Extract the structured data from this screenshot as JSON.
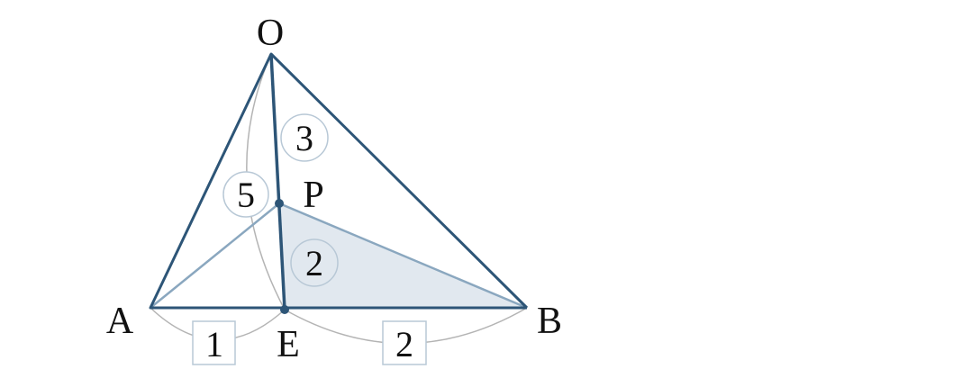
{
  "points": {
    "O": "O",
    "A": "A",
    "B": "B",
    "E": "E",
    "P": "P"
  },
  "area_labels": {
    "op": "3",
    "ao": "5",
    "pbe": "2"
  },
  "segment_labels": {
    "ae": "1",
    "eb": "2"
  },
  "colors": {
    "edge": "#2d5577",
    "light_edge": "#8aa7bf",
    "shade": "#e1e8ef",
    "arc": "#b4b4b4",
    "label_border": "#b8c8d6"
  }
}
